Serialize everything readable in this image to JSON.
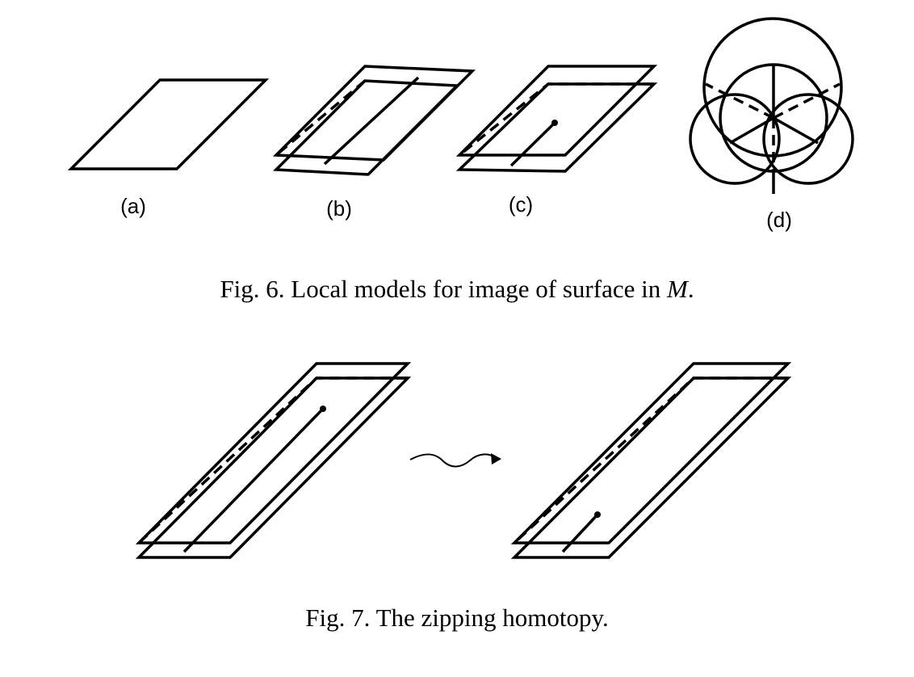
{
  "fig6": {
    "panel_labels": [
      "(a)",
      "(b)",
      "(c)",
      "(d)"
    ],
    "caption_prefix": "Fig. 6. Local models for image of surface in ",
    "caption_math": "M",
    "caption_suffix": "."
  },
  "fig7": {
    "caption": "Fig. 7. The zipping homotopy."
  }
}
